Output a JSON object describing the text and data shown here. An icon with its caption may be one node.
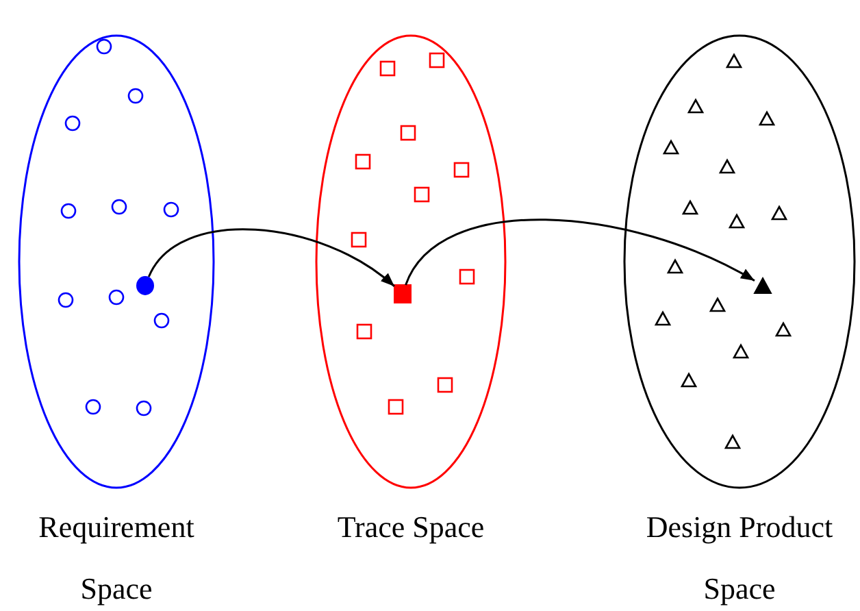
{
  "diagram": {
    "nodes": [
      {
        "text": [
          "Requirement Space"
        ]
      },
      {
        "text": [
          "Trace Space"
        ]
      },
      {
        "text": [
          "Design Product Space"
        ]
      },
      {
        "text": [],
        "shape": "circle",
        "in": 0
      },
      {
        "text": [],
        "shape": "box",
        "in": 1
      },
      {
        "text": [],
        "shape": "triangle",
        "in": 2
      }
    ],
    "edges": [
      {
        "from": 3,
        "to": 4,
        "arrow": "to"
      },
      {
        "from": 4,
        "to": 5,
        "arrow": "to"
      }
    ]
  }
}
